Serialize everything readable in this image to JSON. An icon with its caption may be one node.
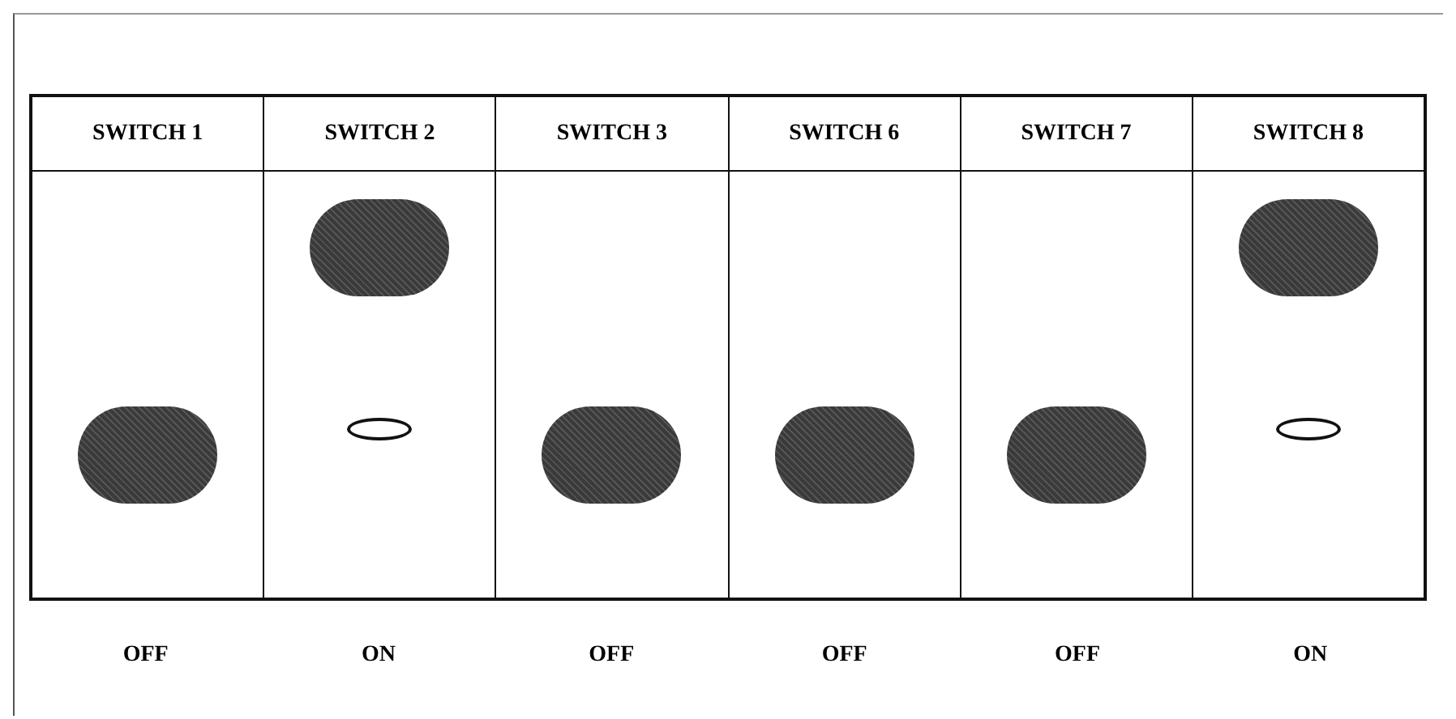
{
  "diagram": {
    "nodes": [
      {
        "text": [
          "SWITCH 1"
        ]
      },
      {
        "text": [
          "SWITCH 2"
        ]
      },
      {
        "text": [
          "SWITCH 3"
        ]
      },
      {
        "text": [
          "SWITCH 6"
        ]
      },
      {
        "text": [
          "SWITCH 7"
        ]
      },
      {
        "text": [
          "SWITCH 8"
        ]
      }
    ],
    "labels": [
      "OFF",
      "ON",
      "OFF",
      "OFF",
      "OFF",
      "ON"
    ]
  }
}
